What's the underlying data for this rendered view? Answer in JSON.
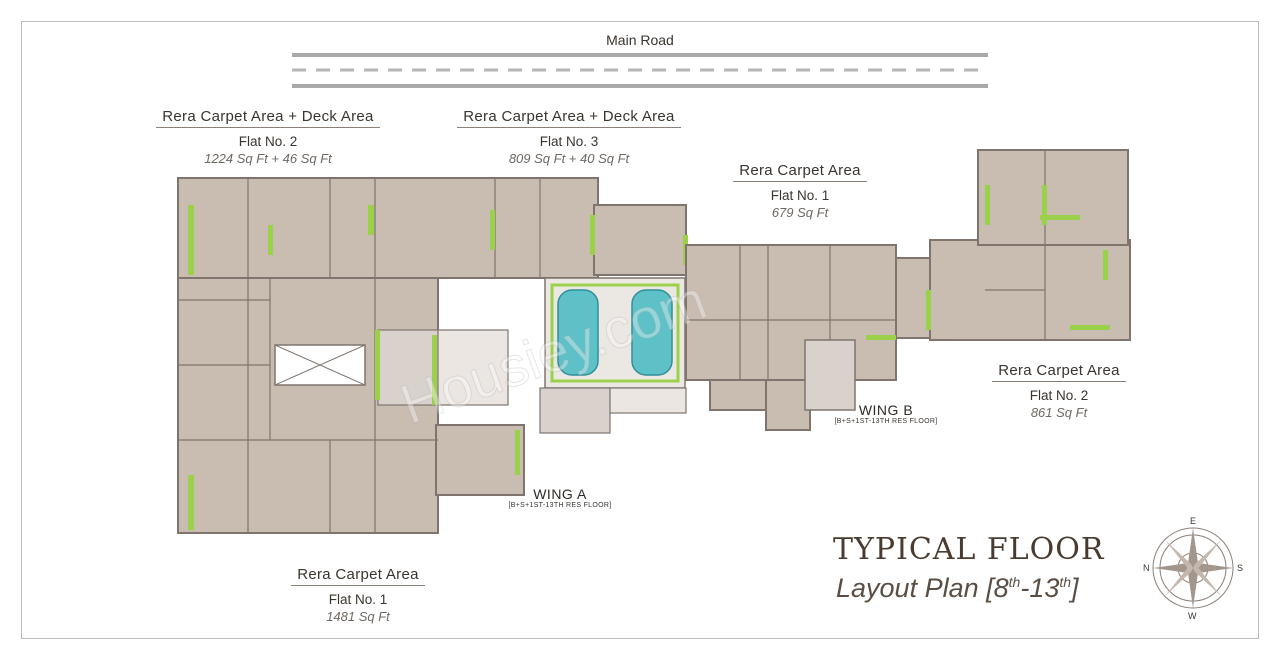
{
  "road": {
    "label": "Main Road"
  },
  "wing_a_flat2": {
    "heading": "Rera Carpet Area + Deck Area",
    "flat": "Flat No. 2",
    "area": "1224 Sq Ft + 46 Sq Ft"
  },
  "wing_a_flat3": {
    "heading": "Rera Carpet Area + Deck Area",
    "flat": "Flat No. 3",
    "area": "809 Sq Ft + 40 Sq Ft"
  },
  "wing_b_flat1": {
    "heading": "Rera Carpet Area",
    "flat": "Flat No. 1",
    "area": "679 Sq Ft"
  },
  "wing_b_flat2": {
    "heading": "Rera Carpet Area",
    "flat": "Flat No. 2",
    "area": "861 Sq Ft"
  },
  "wing_a_flat1": {
    "heading": "Rera Carpet Area",
    "flat": "Flat No. 1",
    "area": "1481 Sq Ft"
  },
  "wing_a": {
    "name": "WING A",
    "floors": "[B+S+1ST-13TH RES FLOOR]"
  },
  "wing_b": {
    "name": "WING B",
    "floors": "[B+S+1ST-13TH RES FLOOR]"
  },
  "title": {
    "main": "TYPICAL FLOOR",
    "sub_prefix": "Layout Plan [8",
    "sub_sup1": "th",
    "sub_mid": "-13",
    "sub_sup2": "th",
    "sub_suffix": "]"
  },
  "compass": {
    "e": "E",
    "n": "N",
    "s": "S",
    "w": "W"
  },
  "watermark": "Housiey.com",
  "colors": {
    "wall": "#8a7f78",
    "floor": "#c8bbb0",
    "deck": "#9bd14a",
    "pool": "#5fc1c8",
    "title": "#4a3b30"
  }
}
